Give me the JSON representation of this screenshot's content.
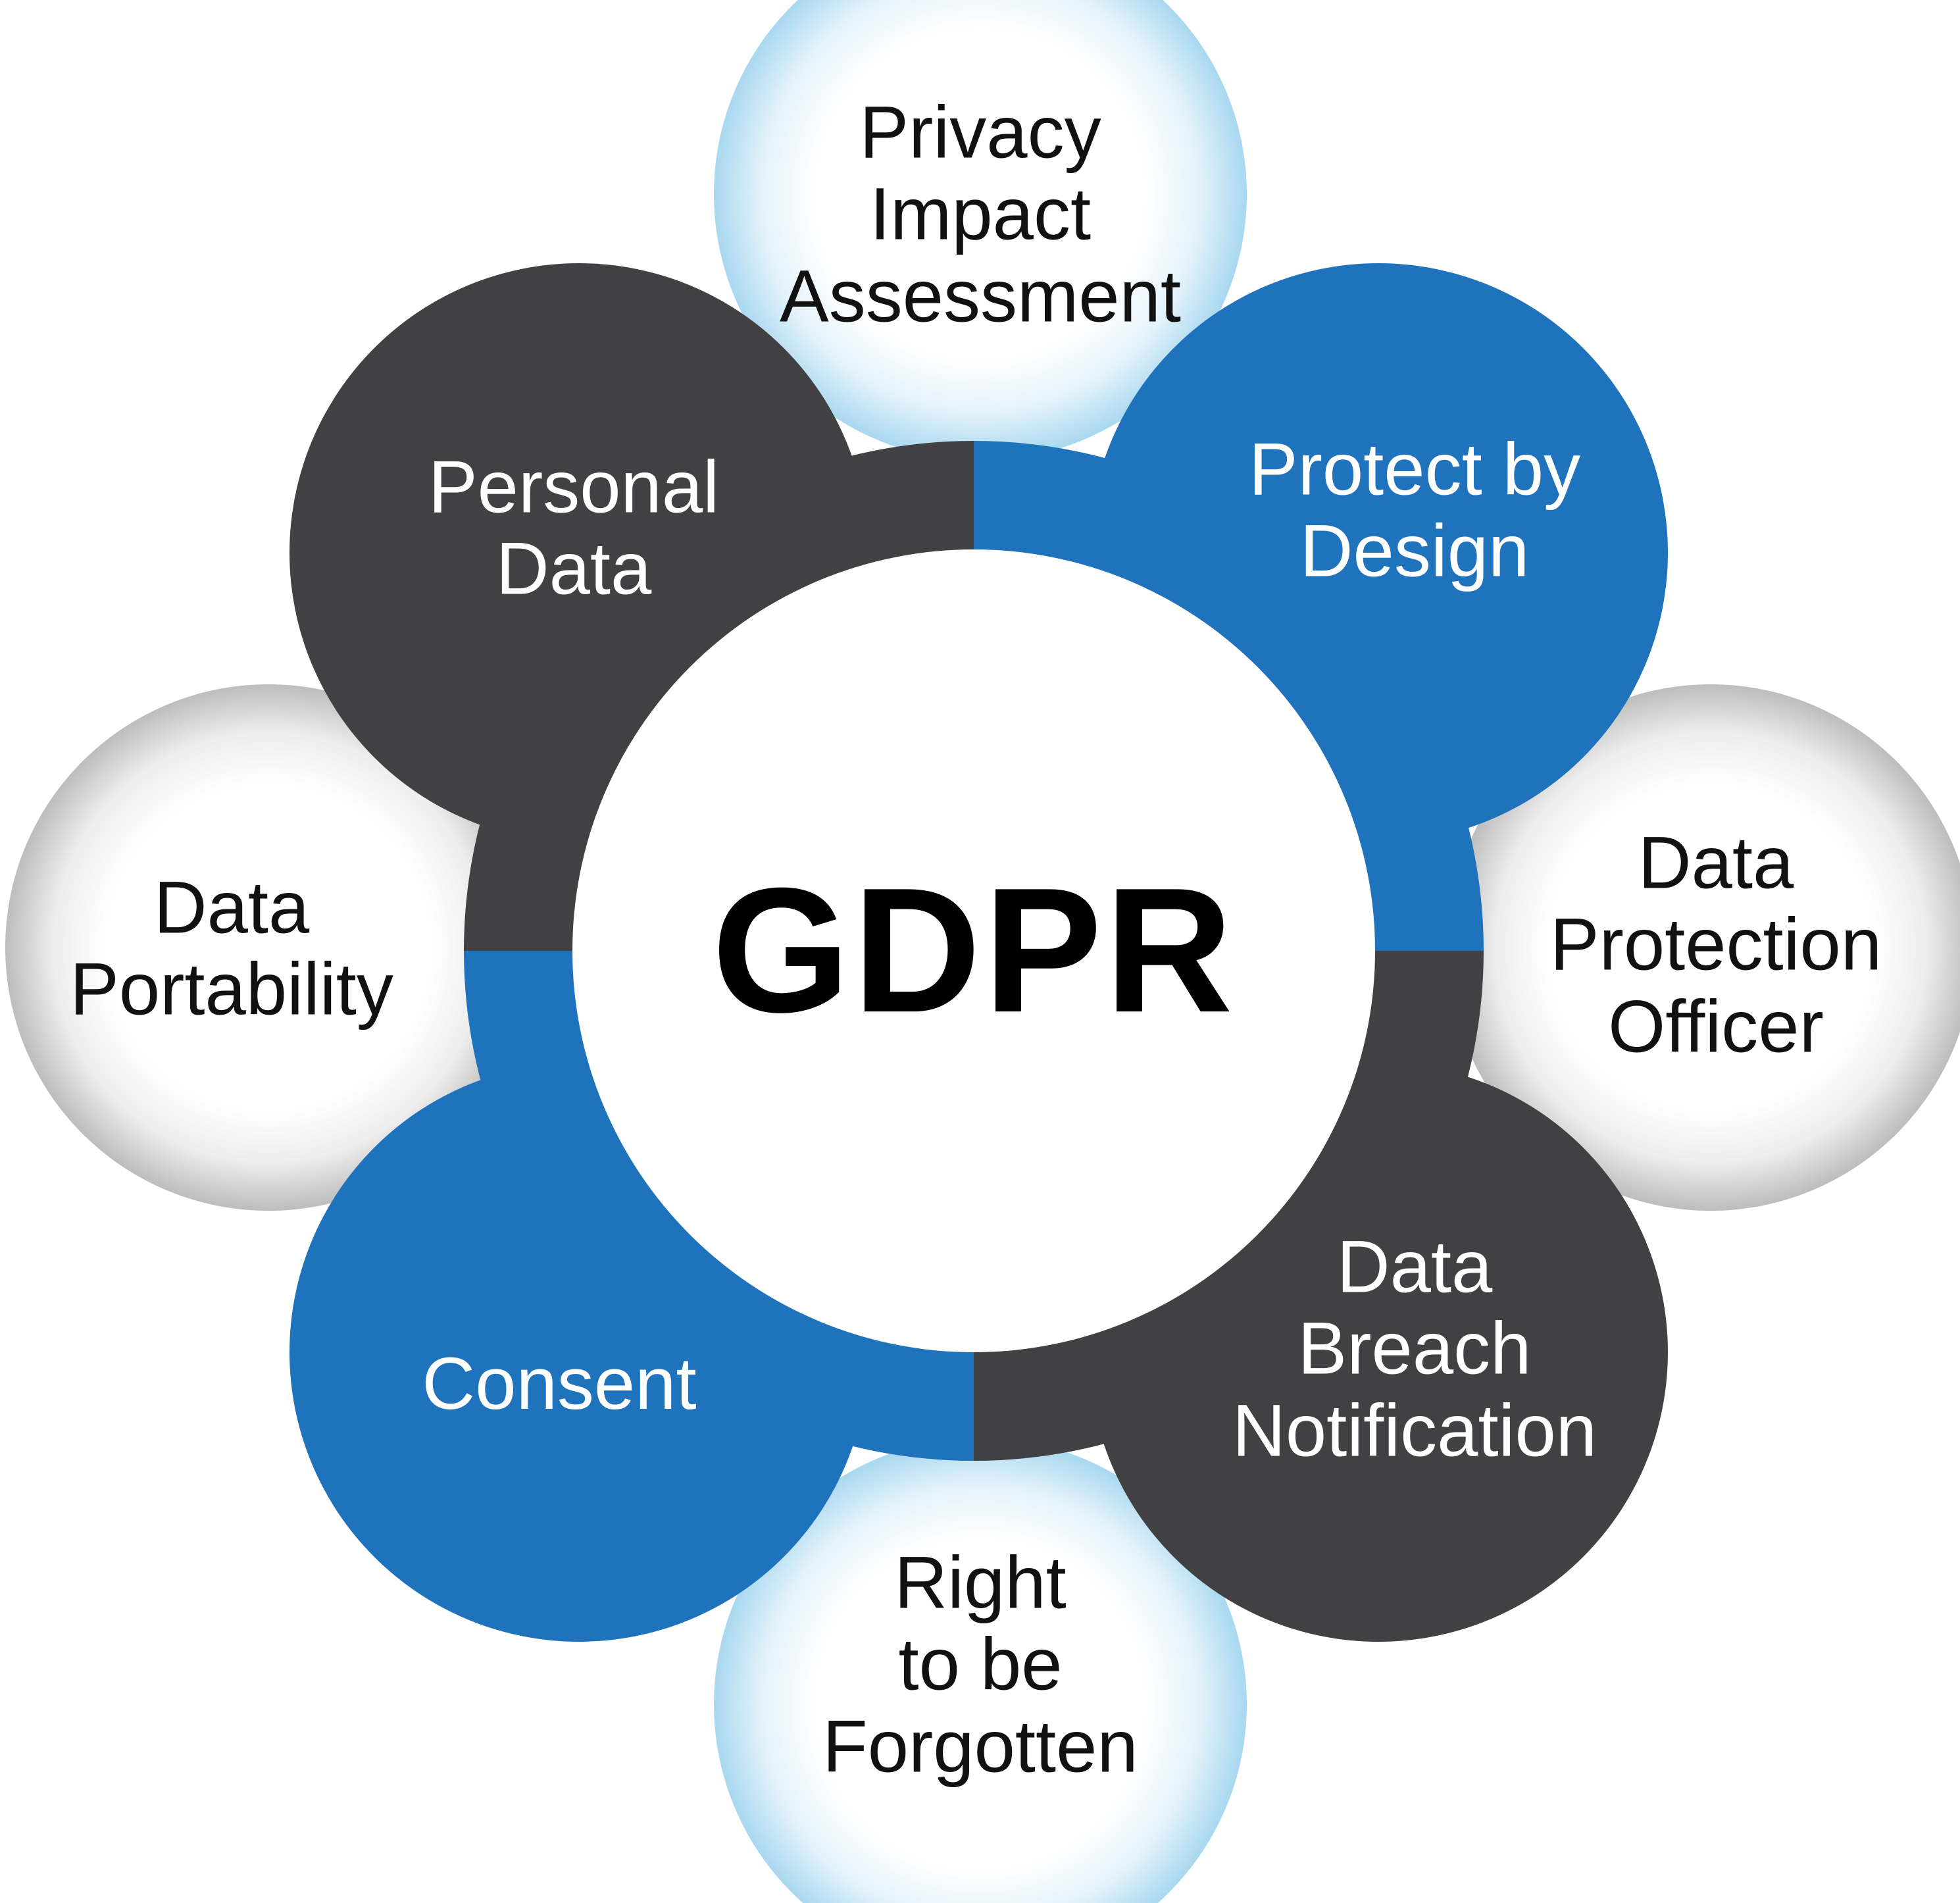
{
  "diagram": {
    "center": {
      "label": "GDPR"
    },
    "segments": [
      {
        "id": "personal-data",
        "lines": [
          "Personal",
          "Data"
        ],
        "color": "#414143"
      },
      {
        "id": "protect-by-design",
        "lines": [
          "Protect by",
          "Design"
        ],
        "color": "#1f73bc"
      },
      {
        "id": "data-breach-notification",
        "lines": [
          "Data",
          "Breach",
          "Notification"
        ],
        "color": "#414143"
      },
      {
        "id": "consent",
        "lines": [
          "Consent"
        ],
        "color": "#1f73bc"
      }
    ],
    "bubbles": [
      {
        "id": "privacy-impact-assessment",
        "lines": [
          "Privacy",
          "Impact",
          "Assessment"
        ],
        "tone": "blue"
      },
      {
        "id": "data-protection-officer",
        "lines": [
          "Data",
          "Protection",
          "Officer"
        ],
        "tone": "gray"
      },
      {
        "id": "right-to-be-forgotten",
        "lines": [
          "Right",
          "to be",
          "Forgotten"
        ],
        "tone": "blue"
      },
      {
        "id": "data-portability",
        "lines": [
          "Data",
          "Portability"
        ],
        "tone": "gray"
      }
    ]
  }
}
